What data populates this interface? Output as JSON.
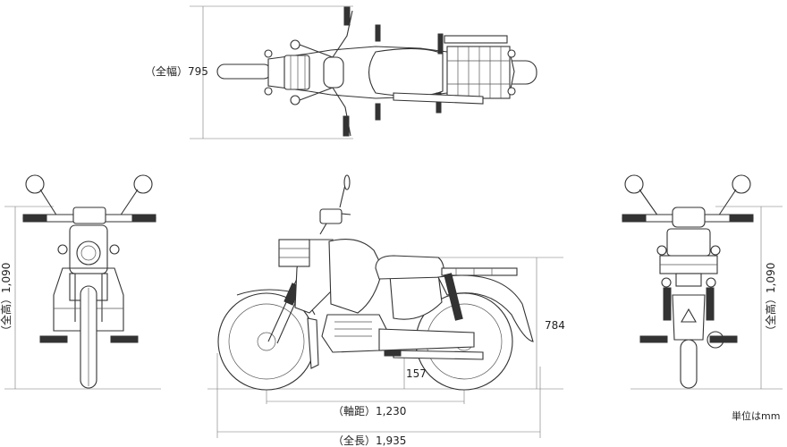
{
  "dimensions": {
    "width_label": "（全幅）795",
    "height_label_front": "（全高）1,090",
    "height_label_rear": "（全高）1,090",
    "seat_height_label": "784",
    "ground_clearance_label": "157",
    "wheelbase_label": "（軸距）1,230",
    "length_label": "（全長）1,935"
  },
  "unit_note": "単位はmm"
}
